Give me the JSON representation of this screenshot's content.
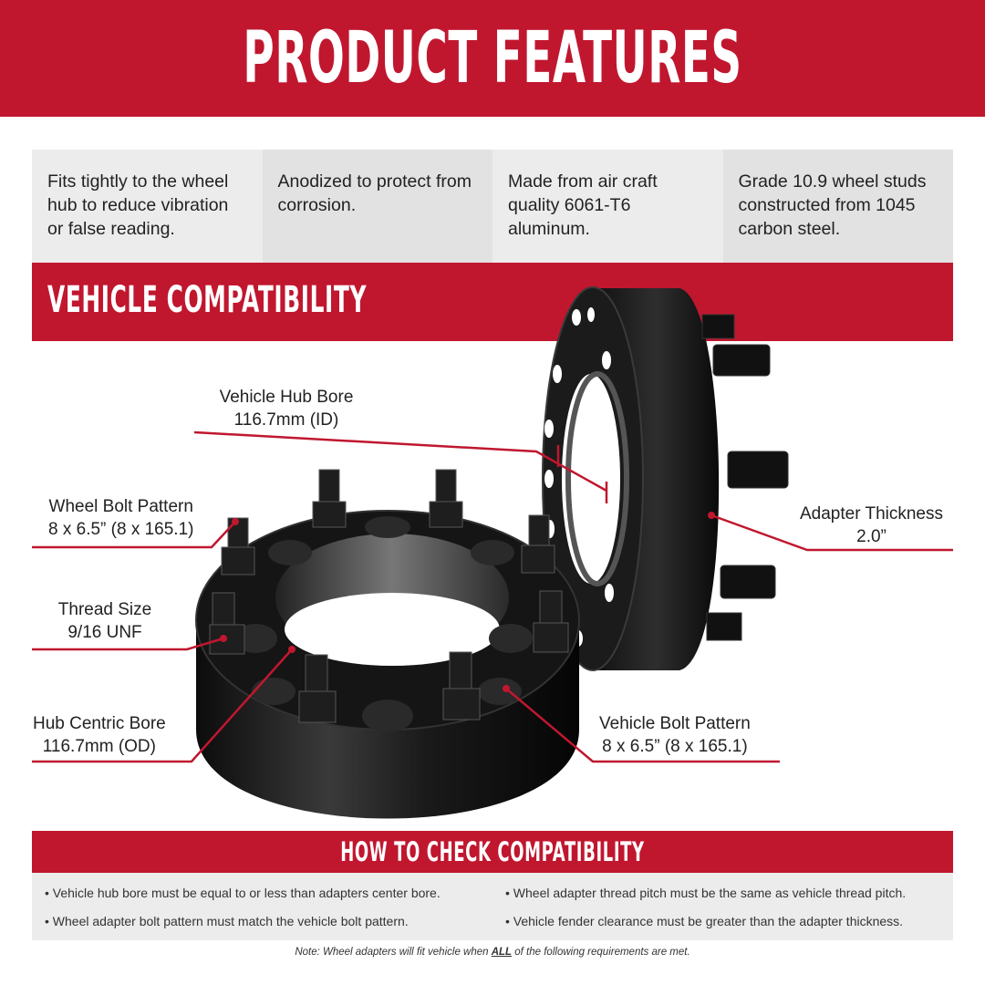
{
  "header": {
    "title": "PRODUCT FEATURES"
  },
  "features": [
    "Fits tightly to the wheel hub to reduce vibration or false reading.",
    "Anodized to protect from corrosion.",
    "Made from air craft quality 6061-T6 aluminum.",
    "Grade 10.9 wheel studs constructed from 1045 carbon steel."
  ],
  "compatibility": {
    "title": "VEHICLE COMPATIBILITY",
    "labels": {
      "hub_bore": {
        "name": "Vehicle Hub Bore",
        "value": "116.7mm (ID)"
      },
      "wheel_bolt": {
        "name": "Wheel Bolt Pattern",
        "value": "8 x 6.5” (8 x 165.1)"
      },
      "thread": {
        "name": "Thread Size",
        "value": "9/16 UNF"
      },
      "hub_centric": {
        "name": "Hub Centric Bore",
        "value": "116.7mm (OD)"
      },
      "vehicle_bolt": {
        "name": "Vehicle Bolt Pattern",
        "value": "8 x 6.5” (8 x 165.1)"
      },
      "thickness": {
        "name": "Adapter Thickness",
        "value": "2.0”"
      }
    }
  },
  "check": {
    "title": "HOW TO CHECK COMPATIBILITY",
    "bullets": [
      "• Vehicle hub bore must be equal to or less than adapters center bore.",
      "• Wheel adapter thread pitch must be the same as vehicle thread pitch.",
      "• Wheel adapter bolt pattern must match the vehicle bolt pattern.",
      "• Vehicle fender clearance must be greater than the adapter thickness."
    ],
    "note_before": "Note: Wheel adapters will fit vehicle when ",
    "note_emph": "ALL",
    "note_after": " of the following requirements are met."
  },
  "colors": {
    "brand_red": "#c0172f",
    "panel_light": "#ececec",
    "panel_dark": "#e2e2e2"
  }
}
